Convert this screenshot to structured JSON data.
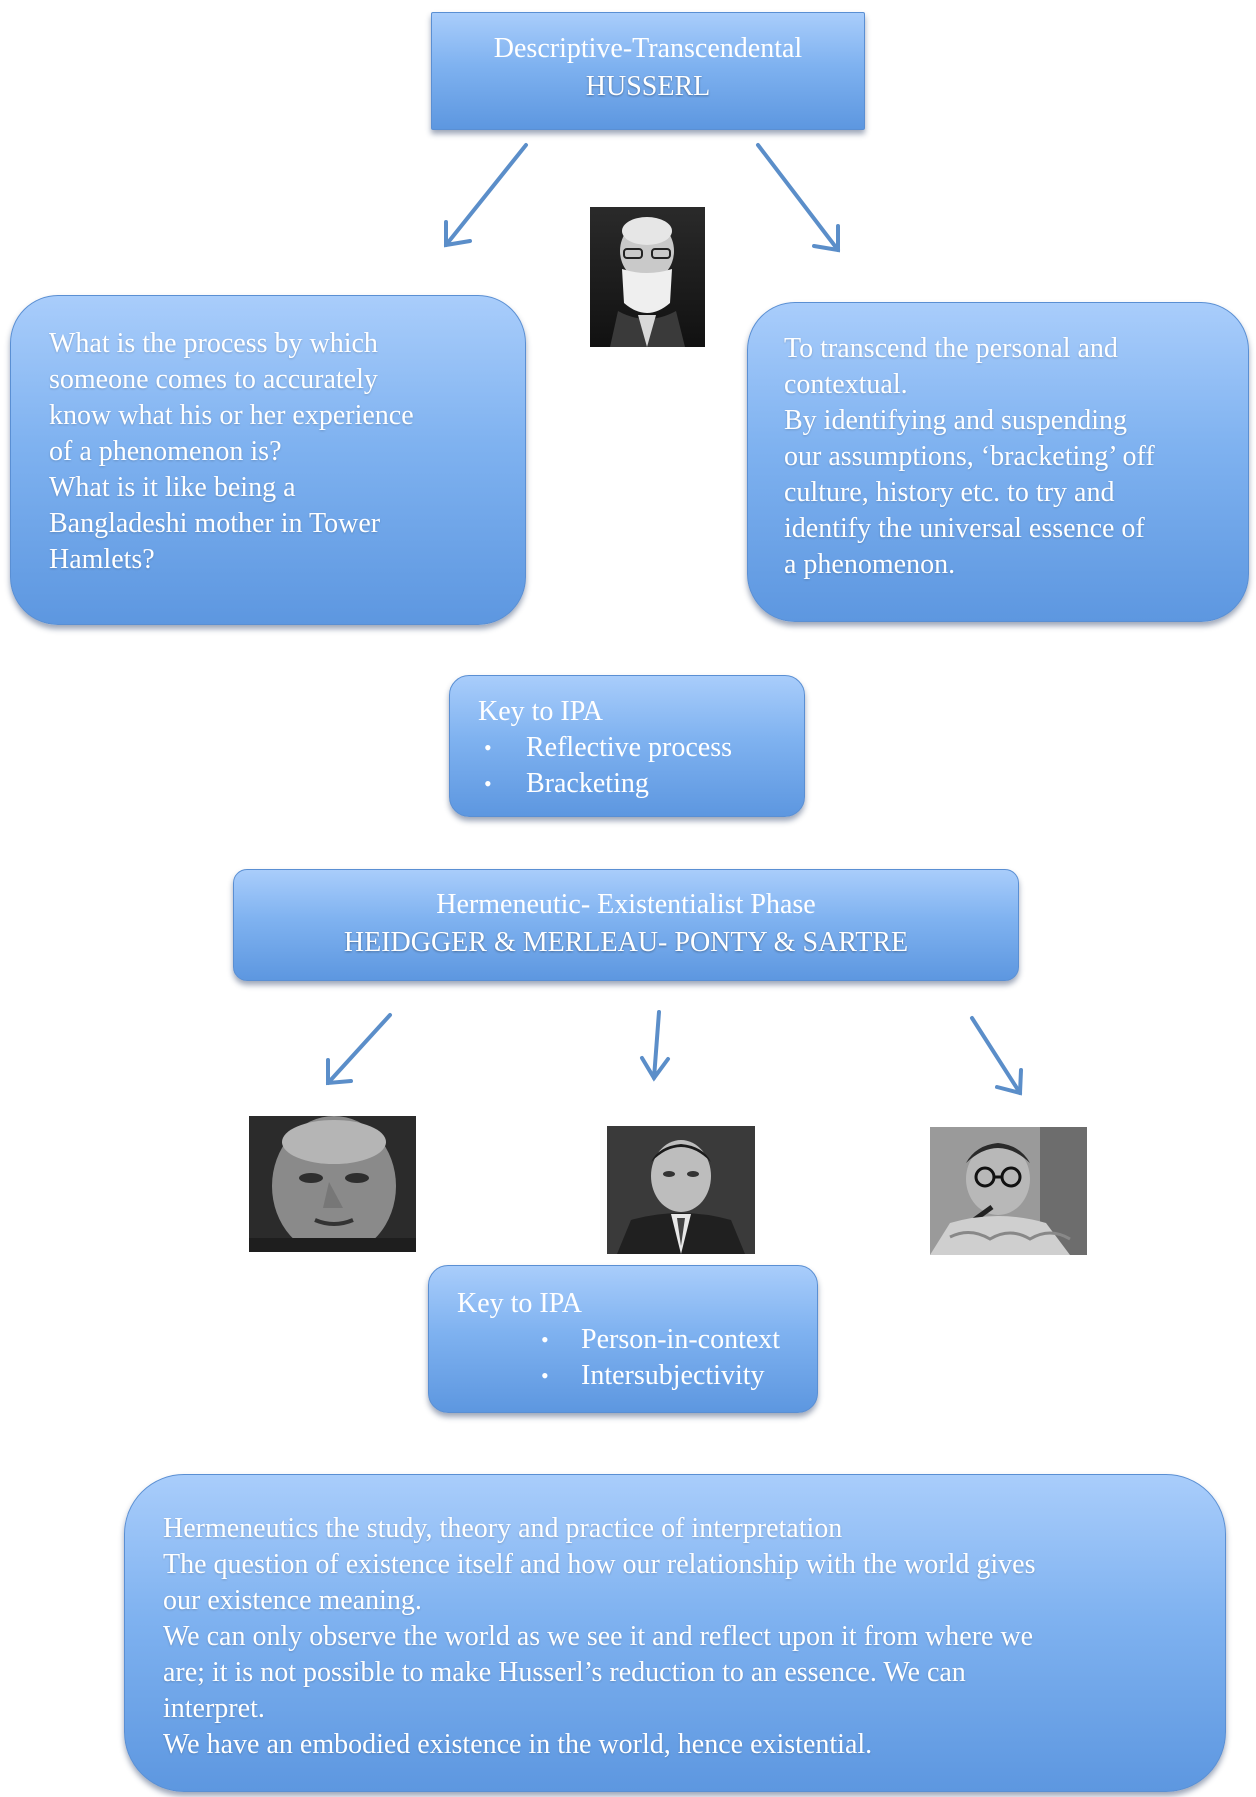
{
  "husserl": {
    "line1": "Descriptive-Transcendental",
    "line2": "HUSSERL"
  },
  "left_box": {
    "lines": [
      "What is the process by which",
      "someone comes to accurately",
      "know what his or her experience",
      "of a phenomenon is?",
      "What is it like being a",
      "Bangladeshi mother  in Tower",
      "Hamlets?"
    ]
  },
  "right_box": {
    "lines": [
      "To transcend the personal and",
      "contextual.",
      "By identifying and suspending",
      "our assumptions, ‘bracketing’ off",
      "culture, history etc. to try and",
      "identify the universal essence of",
      "a phenomenon."
    ]
  },
  "key1": {
    "title": "Key to IPA",
    "items": [
      "Reflective process",
      "Bracketing"
    ]
  },
  "hermeneutic": {
    "line1": "Hermeneutic- Existentialist Phase",
    "line2": "HEIDGGER & MERLEAU- PONTY & SARTRE"
  },
  "key2": {
    "title": "Key to IPA",
    "items": [
      "Person-in-context",
      "Intersubjectivity"
    ]
  },
  "bottom_box": {
    "lines": [
      "Hermeneutics the study, theory and practice of interpretation",
      "The question of existence itself and how our relationship with the world gives",
      "our existence meaning.",
      "We can only observe the world as we see it and reflect upon it from where we",
      "are; it is not possible to make Husserl’s reduction to an essence. We can",
      "interpret.",
      "We have an embodied existence in the world, hence existential."
    ]
  },
  "bullet_glyph": "•",
  "colors": {
    "box_top": "#a9cdfb",
    "box_bottom": "#5d97e0",
    "arrow": "#5b8ec9",
    "text": "#ffffff"
  }
}
